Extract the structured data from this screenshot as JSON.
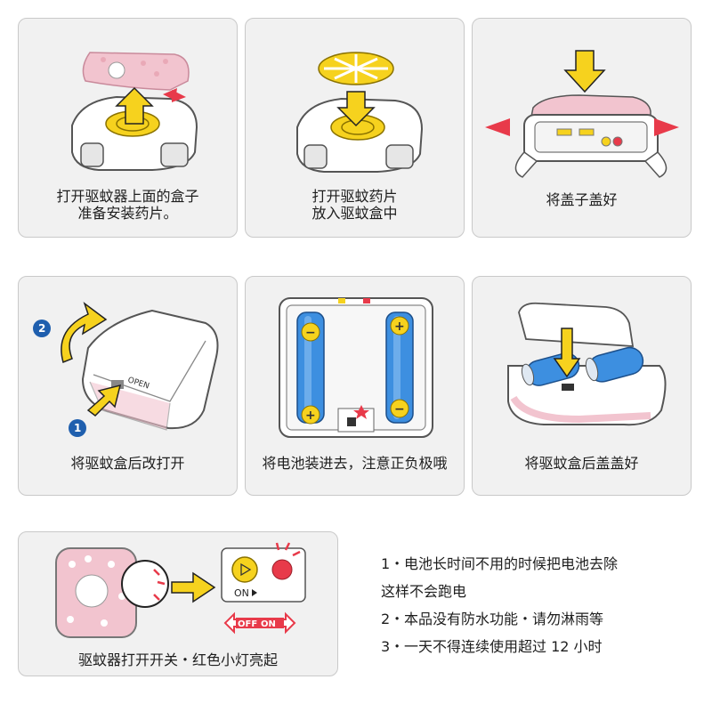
{
  "steps": [
    {
      "lines": [
        "打开驱蚊器上面的盒子",
        "准备安装药片。"
      ]
    },
    {
      "lines": [
        "打开驱蚊药片",
        "放入驱蚊盒中"
      ]
    },
    {
      "lines": [
        "将盖子盖好"
      ]
    },
    {
      "lines": [
        "将驱蚊盒后改打开"
      ]
    },
    {
      "lines": [
        "将电池装进去，注意正负极哦"
      ]
    },
    {
      "lines": [
        "将驱蚊盒后盖盖好"
      ]
    },
    {
      "lines": [
        "驱蚊器打开开关・红色小灯亮起"
      ]
    }
  ],
  "labels": {
    "open": "OPEN",
    "on": "ON",
    "off": "OFF",
    "on_badge": "ON",
    "step_1": "1",
    "step_2": "2",
    "plus": "+",
    "minus": "−"
  },
  "notes": [
    {
      "num": "1・",
      "lines": [
        "电池长时间不用的时候把电池去除",
        "这样不会跑电"
      ]
    },
    {
      "num": "2・",
      "lines": [
        "本品没有防水功能・请勿淋雨等"
      ]
    },
    {
      "num": "3・",
      "lines": [
        "一天不得连续使用超过 12 小时"
      ]
    }
  ],
  "colors": {
    "yellow_arrow": "#f6d21e",
    "pink": "#f2c4cf",
    "red_marker": "#e83a4a",
    "battery_blue": "#3d8fe0",
    "step_blue": "#1f5fae",
    "card_bg": "#f1f1f1"
  }
}
